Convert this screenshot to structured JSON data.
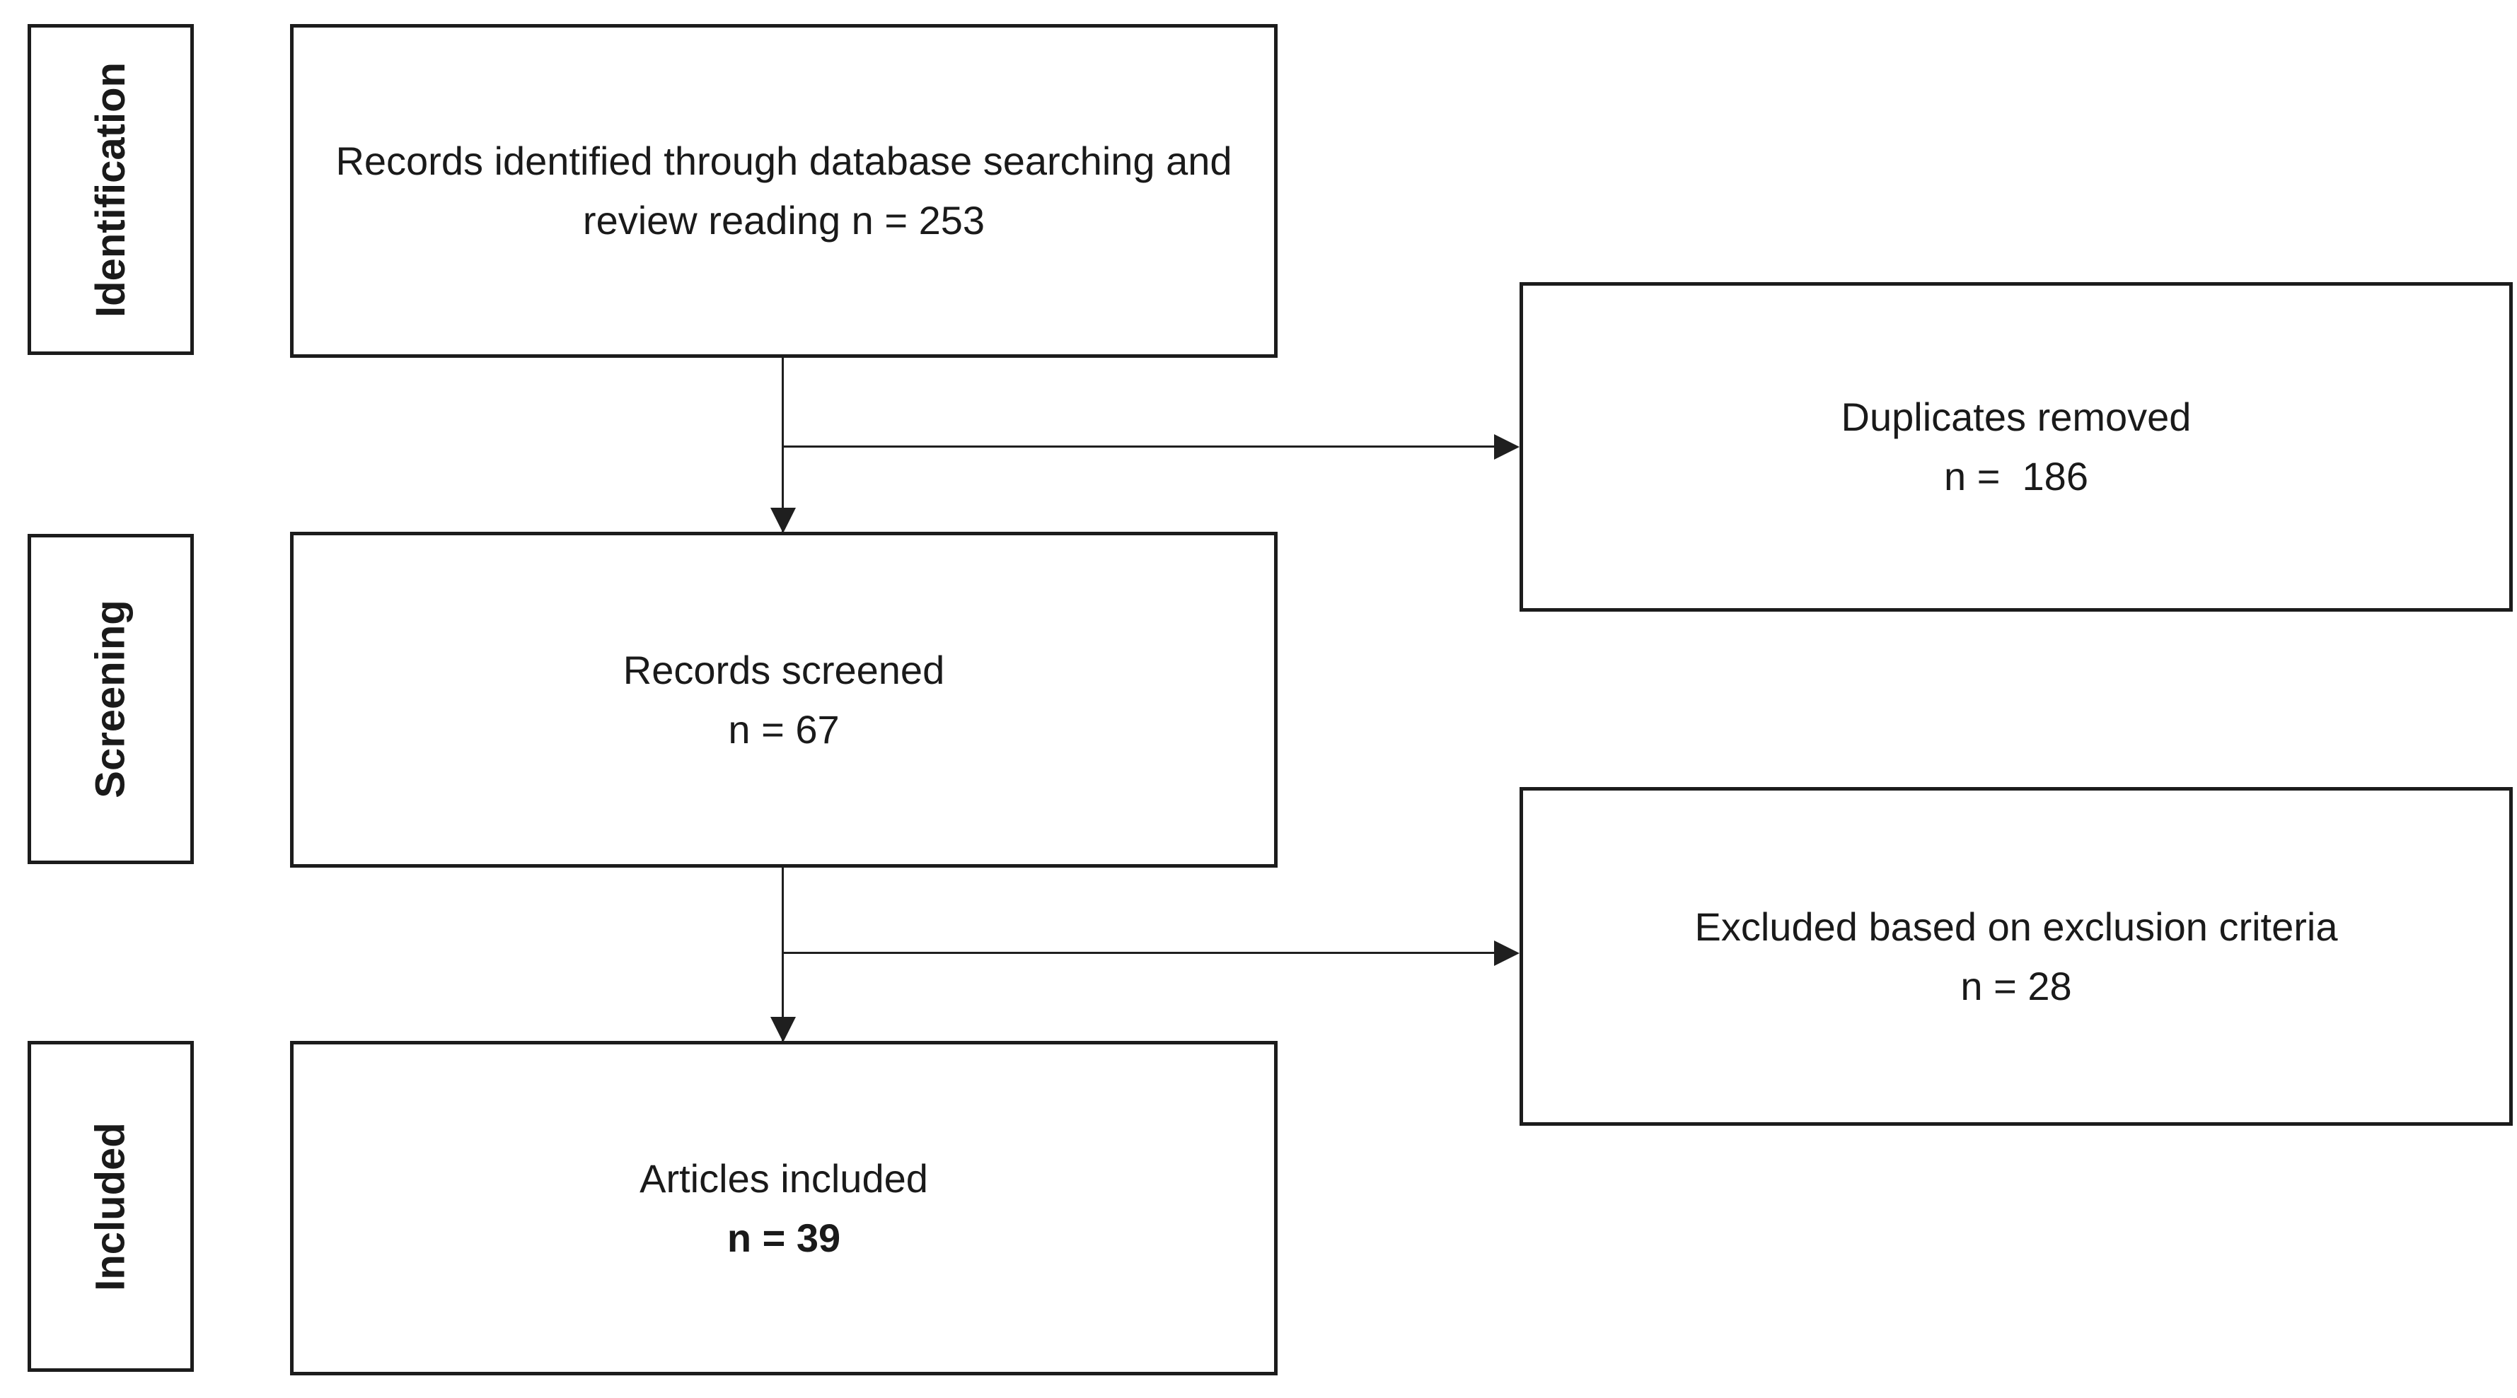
{
  "diagram": {
    "type": "prisma-flowchart",
    "stages": [
      {
        "label": "Identification"
      },
      {
        "label": "Screening"
      },
      {
        "label": "Included"
      }
    ],
    "main_boxes": [
      {
        "lines": [
          "Records identified through database searching and",
          "review reading n = 253"
        ]
      },
      {
        "lines": [
          "Records screened",
          "n = 67"
        ]
      },
      {
        "lines": [
          "Articles included",
          "n = 39"
        ]
      }
    ],
    "side_boxes": [
      {
        "lines": [
          "Duplicates removed",
          "n =  186"
        ]
      },
      {
        "lines": [
          "Excluded based on exclusion criteria",
          "n = 28"
        ]
      }
    ],
    "connectors": [
      {
        "from": "records-identified",
        "to": "records-screened",
        "direction": "down"
      },
      {
        "from": "records-identified",
        "to": "duplicates-removed",
        "direction": "right"
      },
      {
        "from": "records-screened",
        "to": "articles-included",
        "direction": "down"
      },
      {
        "from": "records-screened",
        "to": "excluded",
        "direction": "right"
      }
    ]
  },
  "colors": {
    "background": "#ffffff",
    "border": "#1c1c1c",
    "line": "#1f1f1f",
    "text": "#1a1a1a"
  }
}
